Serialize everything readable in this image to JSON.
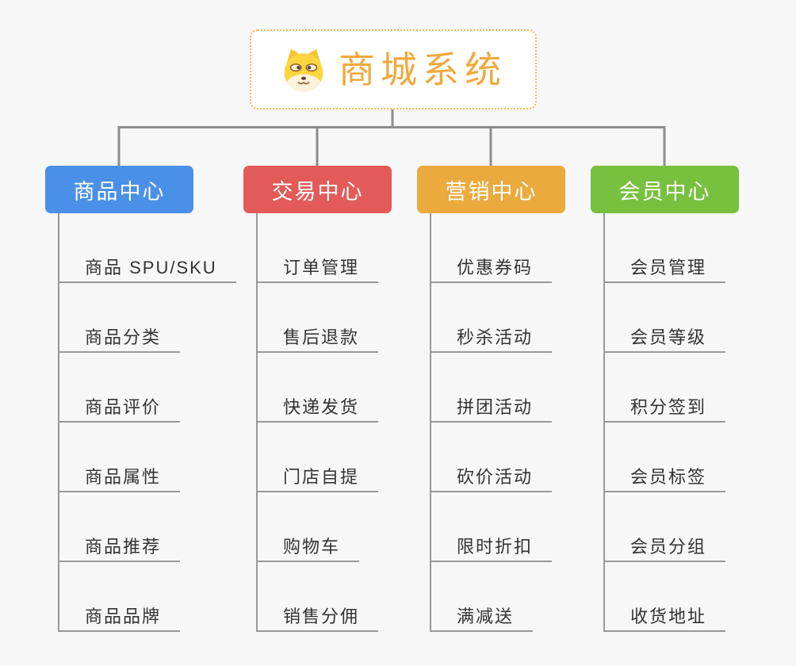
{
  "canvas": {
    "background": "#f7f7f7",
    "tree_line_color": "#999999",
    "connector_color": "#8c8c8c"
  },
  "root": {
    "title": "商城系统",
    "icon": "dog-face-icon",
    "text_color": "#f0a83c",
    "border_color": "#f3ba5e",
    "background": "#ffffff"
  },
  "branches": [
    {
      "title": "商品中心",
      "color": "#4a90e8",
      "items": [
        "商品 SPU/SKU",
        "商品分类",
        "商品评价",
        "商品属性",
        "商品推荐",
        "商品品牌"
      ]
    },
    {
      "title": "交易中心",
      "color": "#e25b59",
      "items": [
        "订单管理",
        "售后退款",
        "快递发货",
        "门店自提",
        "购物车",
        "销售分佣"
      ]
    },
    {
      "title": "营销中心",
      "color": "#ebaa3e",
      "items": [
        "优惠券码",
        "秒杀活动",
        "拼团活动",
        "砍价活动",
        "限时折扣",
        "满减送"
      ]
    },
    {
      "title": "会员中心",
      "color": "#77c13e",
      "items": [
        "会员管理",
        "会员等级",
        "积分签到",
        "会员标签",
        "会员分组",
        "收货地址"
      ]
    }
  ]
}
